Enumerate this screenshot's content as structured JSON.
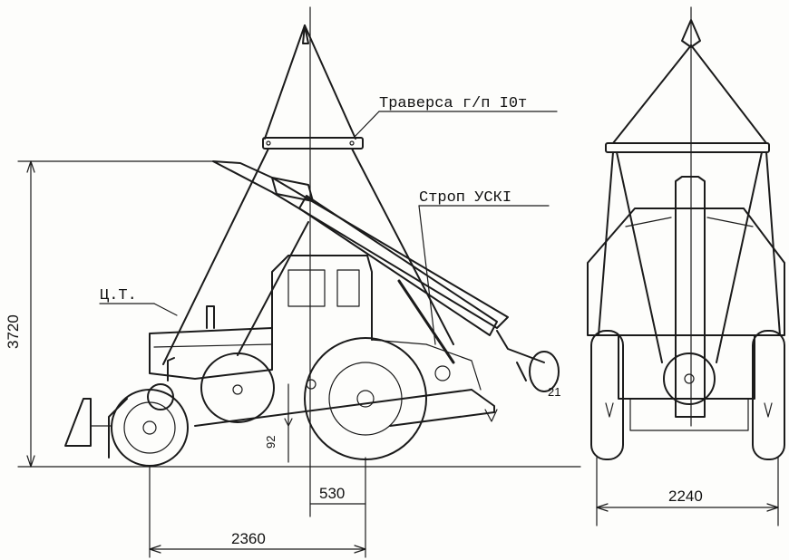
{
  "labels": {
    "traverse": "Траверса г/п I0т",
    "sling": "Строп УСКI",
    "center_of_gravity": "Ц.Т."
  },
  "dimensions": {
    "total_height": "3720",
    "cg_height": "92",
    "cg_offset": "530",
    "wheelbase": "2360",
    "track_width": "2240"
  },
  "marks": {
    "number_21": "21"
  }
}
